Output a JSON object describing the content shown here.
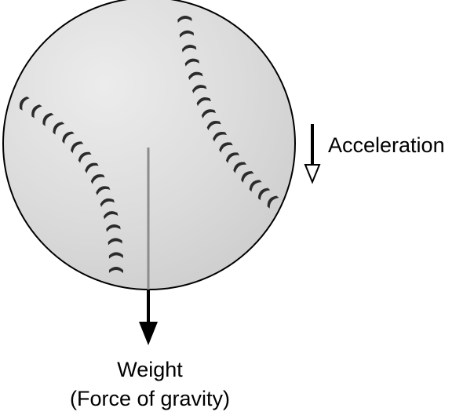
{
  "figure": {
    "acceleration_label": "Acceleration",
    "weight_label": "Weight",
    "gravity_label": "(Force of gravity)"
  },
  "colors": {
    "ball_fill": "#d9d9d9",
    "ball_highlight": "#ececec",
    "stitch": "#2b2b2b",
    "weight_line_inside": "#8c8c8c",
    "arrow": "#000000"
  },
  "icons": {
    "ball": "baseball-icon",
    "weight_arrow": "down-arrow-filled",
    "acceleration_arrow": "down-arrow-hollow"
  }
}
